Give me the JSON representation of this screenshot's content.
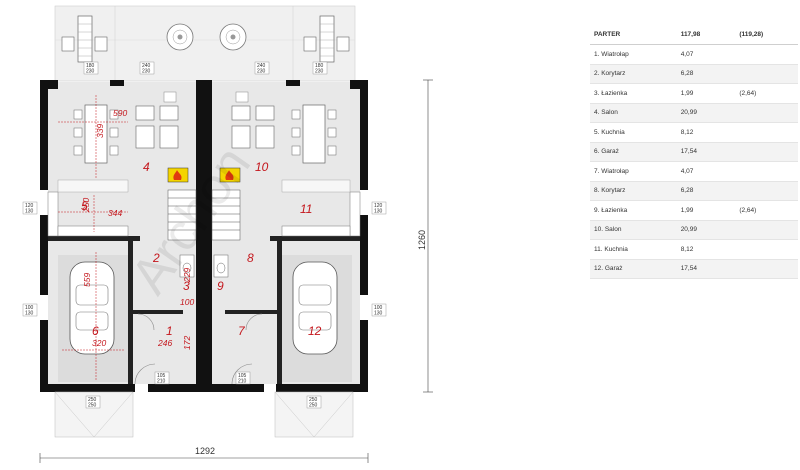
{
  "table": {
    "header": {
      "label": "PARTER",
      "area": "117,98",
      "extra": "(119,28)"
    },
    "rows": [
      {
        "name": "1. Wiatrołap",
        "area": "4,07",
        "extra": ""
      },
      {
        "name": "2. Korytarz",
        "area": "6,28",
        "extra": ""
      },
      {
        "name": "3. Łazienka",
        "area": "1,99",
        "extra": "(2,64)"
      },
      {
        "name": "4. Salon",
        "area": "20,99",
        "extra": ""
      },
      {
        "name": "5. Kuchnia",
        "area": "8,12",
        "extra": ""
      },
      {
        "name": "6. Garaż",
        "area": "17,54",
        "extra": ""
      },
      {
        "name": "7. Wiatrołap",
        "area": "4,07",
        "extra": ""
      },
      {
        "name": "8. Korytarz",
        "area": "6,28",
        "extra": ""
      },
      {
        "name": "9. Łazienka",
        "area": "1,99",
        "extra": "(2,64)"
      },
      {
        "name": "10. Salon",
        "area": "20,99",
        "extra": ""
      },
      {
        "name": "11. Kuchnia",
        "area": "8,12",
        "extra": ""
      },
      {
        "name": "12. Garaż",
        "area": "17,54",
        "extra": ""
      }
    ]
  },
  "plan": {
    "watermark": "Archon",
    "room_numbers": [
      "1",
      "2",
      "3",
      "4",
      "5",
      "6",
      "7",
      "8",
      "9",
      "10",
      "11",
      "12"
    ],
    "dimensions": {
      "total_width": "1292",
      "total_depth": "1260",
      "salon_width": "590",
      "dining_depth": "339",
      "kitchen_depth": "250",
      "kitchen_width": "344",
      "garage_depth": "559",
      "garage_width": "320",
      "bath_depth": "229",
      "bath_width": "100",
      "vestibule_width": "246",
      "vestibule_depth": "172"
    },
    "window_tags": {
      "terrace_door": [
        "240",
        "230"
      ],
      "terrace_window": [
        "180",
        "230"
      ],
      "side_window_high": [
        "120",
        "130"
      ],
      "side_window_low": [
        "100",
        "130"
      ],
      "entrance_door": [
        "105",
        "210"
      ],
      "garage_door": [
        "250",
        "250"
      ]
    }
  }
}
